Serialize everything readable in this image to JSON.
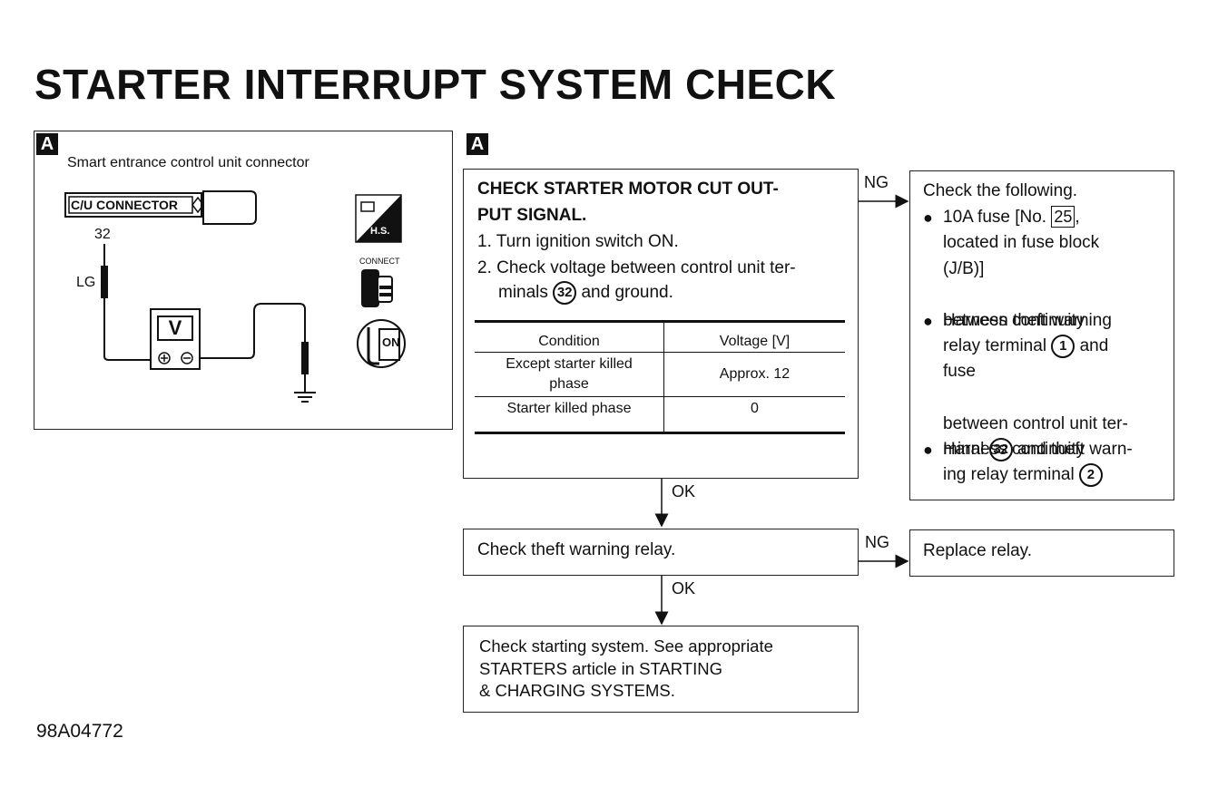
{
  "title": "STARTER INTERRUPT SYSTEM CHECK",
  "figure_id": "98A04772",
  "left_panel": {
    "badge": "A",
    "caption": "Smart entrance control unit connector",
    "connector_label": "C/U CONNECTOR",
    "terminal_number": "32",
    "wire_color": "LG",
    "meter_label": "V",
    "icons": {
      "hs_label": "H.S.",
      "connect_label": "CONNECT",
      "key_label": "ON"
    }
  },
  "flow": {
    "badge": "A",
    "step1": {
      "heading_line1": "CHECK STARTER MOTOR CUT OUT-",
      "heading_line2": "PUT SIGNAL.",
      "item1": "1. Turn ignition switch ON.",
      "item2_line1": "2. Check voltage between control unit ter-",
      "item2_pre": "minals",
      "item2_term": "32",
      "item2_post": "and ground.",
      "table": {
        "headers": [
          "Condition",
          "Voltage [V]"
        ],
        "rows": [
          [
            "Except starter killed phase",
            "Approx. 12"
          ],
          [
            "Starter killed phase",
            "0"
          ]
        ]
      }
    },
    "ng1": {
      "label": "NG",
      "heading": "Check the following.",
      "b1_pre": "10A fuse [No.",
      "b1_fuse": "25",
      "b1_post": ",",
      "b1_line2": "located in fuse block",
      "b1_line3": "(J/B)]",
      "b2_line1": "Harness continuity",
      "b2_line2": "between theft warning",
      "b2_line3_pre": "relay terminal",
      "b2_term": "1",
      "b2_line3_post": "and",
      "b2_line4": "fuse",
      "b3_line1": "Harness continuity",
      "b3_line2": "between control unit ter-",
      "b3_line3_pre": "minal",
      "b3_term": "32",
      "b3_line3_post": "and theft warn-",
      "b3_line4_pre": "ing relay terminal",
      "b3_term2": "2"
    },
    "ok1": "OK",
    "step2": "Check theft warning relay.",
    "ng2_label": "NG",
    "ng2_action": "Replace relay.",
    "ok2": "OK",
    "step3": {
      "line1": "Check starting system. See appropriate",
      "line2": "STARTERS article in STARTING",
      "line3": "& CHARGING SYSTEMS."
    }
  }
}
